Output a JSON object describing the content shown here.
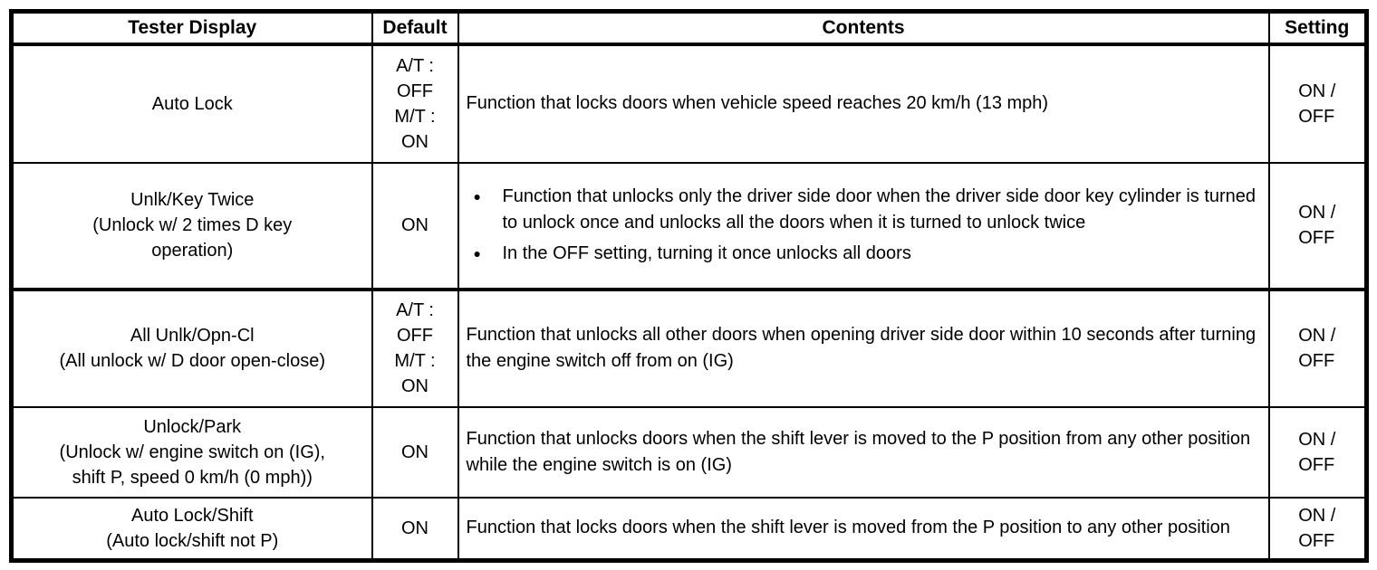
{
  "colors": {
    "ink": "#000000",
    "background": "#ffffff"
  },
  "table": {
    "columns": [
      {
        "label": "Tester Display"
      },
      {
        "label": "Default"
      },
      {
        "label": "Contents"
      },
      {
        "label": "Setting"
      }
    ],
    "rows": [
      {
        "tester_display": [
          "Auto Lock"
        ],
        "default": [
          "A/T :",
          "OFF",
          "M/T :",
          "ON"
        ],
        "contents_text": "Function that locks doors when vehicle speed reaches 20 km/h (13 mph)",
        "setting": [
          "ON /",
          "OFF"
        ]
      },
      {
        "tester_display": [
          "Unlk/Key Twice",
          "(Unlock w/ 2 times D key",
          "operation)"
        ],
        "default": [
          "ON"
        ],
        "contents_bullets": [
          "Function that unlocks only the driver side door when the driver side door key cylinder is turned to unlock once and unlocks all the doors when it is turned to unlock twice",
          "In the OFF setting, turning it once unlocks all doors"
        ],
        "setting": [
          "ON /",
          "OFF"
        ]
      },
      {
        "tester_display": [
          "All Unlk/Opn-Cl",
          "(All unlock w/ D door open-close)"
        ],
        "default": [
          "A/T :",
          "OFF",
          "M/T :",
          "ON"
        ],
        "contents_text": "Function that unlocks all other doors when opening driver side door within 10 seconds after turning the engine switch off from on (IG)",
        "setting": [
          "ON /",
          "OFF"
        ]
      },
      {
        "tester_display": [
          "Unlock/Park",
          "(Unlock w/ engine switch on (IG),",
          "shift P, speed 0 km/h (0 mph))"
        ],
        "default": [
          "ON"
        ],
        "contents_text": "Function that unlocks doors when the shift lever is moved to the P position from any other position while the engine switch is on (IG)",
        "setting": [
          "ON /",
          "OFF"
        ]
      },
      {
        "tester_display": [
          "Auto Lock/Shift",
          "(Auto lock/shift not P)"
        ],
        "default": [
          "ON"
        ],
        "contents_text": "Function that locks doors when the shift lever is moved from the P position to any other position",
        "setting": [
          "ON /",
          "OFF"
        ]
      }
    ]
  }
}
